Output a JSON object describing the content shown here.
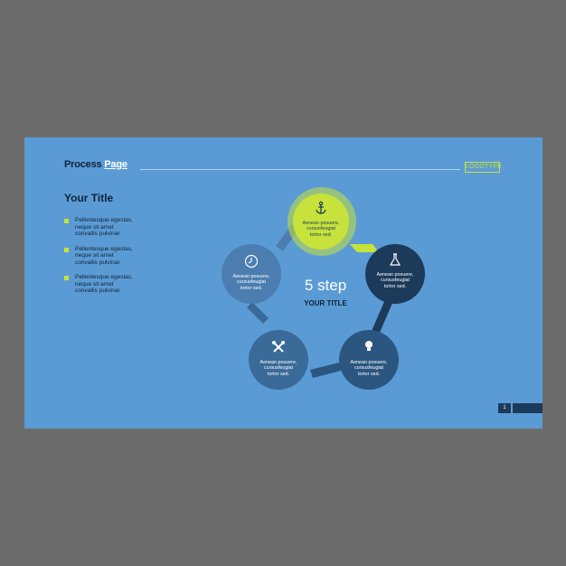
{
  "header": {
    "title_part1": "Process",
    "title_part2": "Page",
    "logo": "LOGOTYPE"
  },
  "sidebar": {
    "title": "Your Title",
    "bullets": [
      "Pellentesque egestas,\nneque sit amet\nconvallis pulvinar.",
      "Pellentesque egestas,\nneque sit amet\nconvallis pulvinar.",
      "Pellentesque egestas,\nneque sit amet\nconvallis pulvinar."
    ]
  },
  "center": {
    "number": "5 step",
    "title": "YOUR TITLE"
  },
  "steps": [
    {
      "icon": "anchor-icon",
      "text": "Aenean posuere,\ncursusfeugiat\ntortor sed.",
      "color": "#c7e23a"
    },
    {
      "icon": "flask-icon",
      "text": "Aenean posuere,\ncursusfeugiat\ntortor sed.",
      "color": "#1c3a5a"
    },
    {
      "icon": "lightbulb-icon",
      "text": "Aenean posuere,\ncursusfeugiat\ntortor sed.",
      "color": "#2b5680"
    },
    {
      "icon": "tools-icon",
      "text": "Aenean posuere,\ncursusfeugiat\ntortor sed.",
      "color": "#3a6a98"
    },
    {
      "icon": "clock-icon",
      "text": "Aenean posuere,\ncursusfeugiat\ntortor sed.",
      "color": "#4b7db0"
    }
  ],
  "footer": {
    "page": "1"
  },
  "colors": {
    "background": "#5b9bd5",
    "accent": "#c7e23a",
    "dark": "#0f2236"
  }
}
